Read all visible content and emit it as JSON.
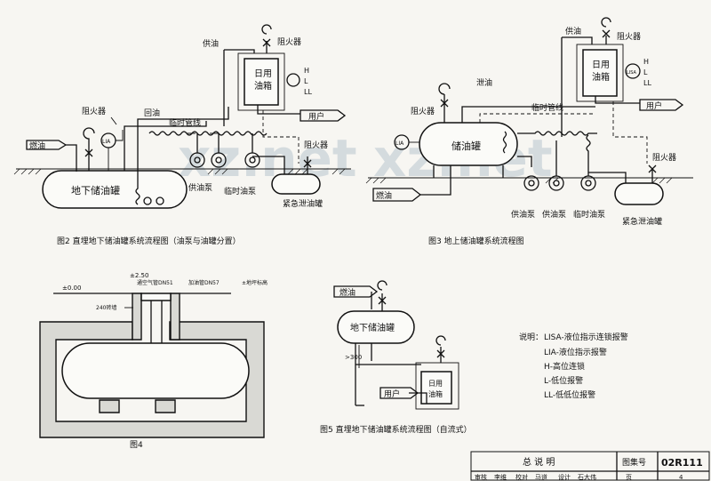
{
  "fig2": {
    "caption": "图2  直埋地下储油罐系统流程图（油泵与油罐分置）",
    "tank": "地下储油罐",
    "day_tank": "日用\n油箱",
    "fuel_in": "燃油",
    "user": "用户",
    "flame_arrester": "阻火器",
    "supply": "供油",
    "return": "回油",
    "temp_line": "临时管线",
    "supply_pump": "供油泵",
    "temp_pump": "临时油泵",
    "emergency_tank": "紧急泄油罐",
    "lia": "LIA",
    "levels": [
      "H",
      "L",
      "LL"
    ]
  },
  "fig3": {
    "caption": "图3  地上储油罐系统流程图",
    "tank": "储油罐",
    "day_tank": "日用\n油箱",
    "fuel_in": "燃油",
    "user": "用户",
    "flame_arrester": "阻火器",
    "supply": "供油",
    "drain": "泄油",
    "temp_line": "临时管线",
    "supply_pump_1": "供油泵",
    "supply_pump_2": "供油泵",
    "temp_pump": "临时油泵",
    "emergency_tank": "紧急泄油罐",
    "lia": "LIA",
    "lisa": "LISA",
    "levels": [
      "H",
      "L",
      "LL"
    ]
  },
  "fig4": {
    "caption": "图4",
    "elev_top": "±2.50",
    "elev_zero": "±0.00",
    "vent_pipe": "通空气管DN51",
    "fill_pipe": "加油管DN57",
    "ground_note": "±地坪标高",
    "wall": "240砖墙"
  },
  "fig5": {
    "caption": "图5  直埋地下储油罐系统流程图（自流式）",
    "tank": "地下储油罐",
    "day_tank": "日用\n油箱",
    "fuel_in": "燃油",
    "user": "用户",
    "height": ">300"
  },
  "notes": {
    "title": "说明：",
    "items": [
      "LISA-液位指示连锁报警",
      "LIA-液位指示报警",
      "H-高位连锁",
      "L-低位报警",
      "LL-低低位报警"
    ]
  },
  "title_block": {
    "title": "总  说  明",
    "atlas_label": "图集号",
    "atlas_no": "02R111",
    "row2": [
      "审核",
      "李维",
      "校对",
      "马道",
      "设计",
      "石大伟",
      "页",
      "4"
    ]
  },
  "watermark": "xz.net"
}
